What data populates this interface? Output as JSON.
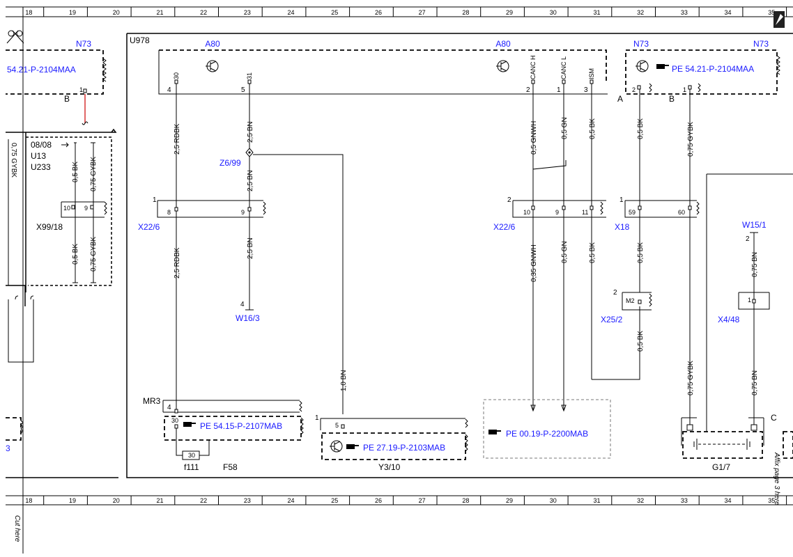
{
  "colors": {
    "reference": "#1a1aff",
    "line": "#000000",
    "highlight_wire": "#cc0000"
  },
  "scale": {
    "columns": [
      "18",
      "19",
      "20",
      "21",
      "22",
      "23",
      "24",
      "25",
      "26",
      "27",
      "28",
      "29",
      "30",
      "31",
      "32",
      "33",
      "34",
      "35"
    ]
  },
  "margin": {
    "cut_here": "Cut here",
    "affix": "Affix page 3 here"
  },
  "icons": {
    "tools": "pen-icon",
    "scissors": "scissors-icon",
    "reference": "pointing-hand-icon",
    "transistor": "transistor-icon"
  },
  "components": {
    "n73_left": "N73",
    "n73_left_ref": "54.21-P-2104MAA",
    "n73_left_pin": "1",
    "n73_left_terminal": "B",
    "u978": "U978",
    "a80_left": "A80",
    "a80_right": "A80",
    "a80_pins": {
      "p30": "30",
      "p31": "31",
      "canch": "CANC H",
      "cancl": "CANC L",
      "ism": "ISM",
      "n4": "4",
      "n5": "5",
      "n2": "2",
      "n1": "1",
      "n3": "3"
    },
    "n73_right_a": "N73",
    "n73_right_b": "N73",
    "n73_right_ref": "PE 54.21-P-2104MAA",
    "n73_right_pins": {
      "p2": "2",
      "p1": "1",
      "a": "A",
      "b": "B"
    },
    "variant_box": {
      "line1": "08/08",
      "line2": "U13",
      "line3": "U233",
      "pin10": "10",
      "pin9": "9",
      "wire1": "0,5 BK",
      "wire2": "0,75 GYBK",
      "wire3": "0,5 BK",
      "wire4": "0,75 GYBK",
      "connector": "X99/18",
      "cut_wire": "0,75 GYBK"
    },
    "z6_99": "Z6/99",
    "x22_6_left": {
      "label": "X22/6",
      "num": "1",
      "p8": "8",
      "p9": "9"
    },
    "x22_6_right": {
      "label": "X22/6",
      "num": "2",
      "p10": "10",
      "p9": "9",
      "p11": "11"
    },
    "x18": {
      "label": "X18",
      "num": "1",
      "p59": "59",
      "p60": "60"
    },
    "w16_3": {
      "label": "W16/3",
      "pin": "4"
    },
    "w15_1": {
      "label": "W15/1",
      "pin": "2"
    },
    "x25_2": {
      "label": "X25/2",
      "num": "2",
      "pin": "M2"
    },
    "x4_48": {
      "label": "X4/48",
      "pin": "1"
    },
    "mr3": "MR3",
    "mr3_pin4": "4",
    "mr3_pin30": "30",
    "pe_2107": "PE 54.15-P-2107MAB",
    "f111": "f111",
    "f58": "F58",
    "fuse": "30",
    "y3_10": {
      "label": "Y3/10",
      "ref": "PE 27.19-P-2103MAB",
      "pin": "5",
      "num": "1"
    },
    "pe_2200": "PE 00.19-P-2200MAB",
    "g1_7": {
      "label": "G1/7",
      "terminal": "C"
    },
    "left_edge_ref": "3"
  },
  "wires": {
    "w_rdbk_top": "2,5 RDBK",
    "w_bn_top": "2,5 BN",
    "w_bn_mid": "2,5 BN",
    "w_rdbk_low": "2,5 RDBK",
    "w_bn_low": "2,5 BN",
    "w_gnwh_top": "0,5 GNWH",
    "w_gn_top": "0,5 GN",
    "w_bk_top": "0,5 BK",
    "w_gnwh_low": "0,35 GNWH",
    "w_gn_low": "0,5 GN",
    "w_bk_low": "0,5 BK",
    "w_x18_bk_top": "0,5 BK",
    "w_x18_gybk_top": "0,75 GYBK",
    "w_x18_bk_mid": "0,5 BK",
    "w_x25_bk": "0,5 BK",
    "w_y310": "1,0 BN",
    "w_w151": "0,75 BN",
    "w_x448": "0,75 BN",
    "w_g17": "0,75 GYBK"
  }
}
